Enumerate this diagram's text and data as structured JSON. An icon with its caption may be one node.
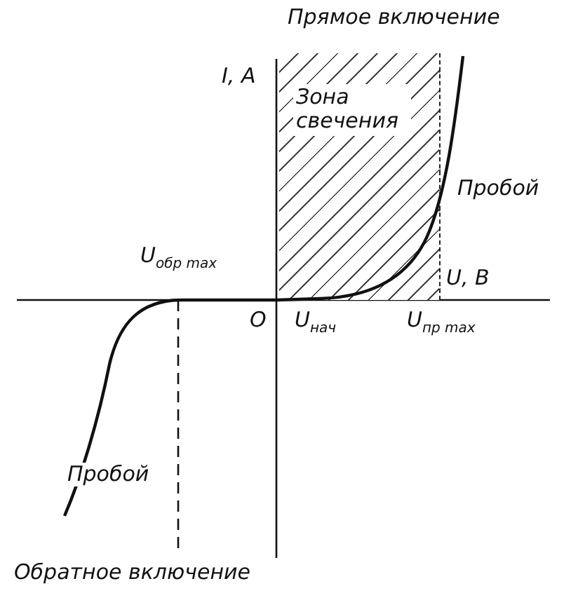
{
  "diagram": {
    "nodes": [
      {
        "text": [
          "Зона свечения"
        ]
      }
    ],
    "labels": [
      "Прямое включение",
      "I, A",
      "Пробой",
      "U$_{обр max}$",
      "U, B",
      "O",
      "U$_{нач}$",
      "U$_{пр max}$",
      "Пробой",
      "Обратное включение"
    ]
  }
}
